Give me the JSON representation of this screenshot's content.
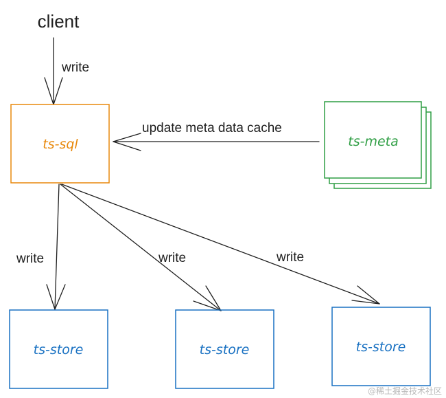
{
  "client_label": "client",
  "nodes": {
    "ts_sql": {
      "label": "ts-sql",
      "color": "#e8890c"
    },
    "ts_meta": {
      "label": "ts-meta",
      "color": "#2f9e44"
    },
    "ts_store_1": {
      "label": "ts-store",
      "color": "#1971c2"
    },
    "ts_store_2": {
      "label": "ts-store",
      "color": "#1971c2"
    },
    "ts_store_3": {
      "label": "ts-store",
      "color": "#1971c2"
    }
  },
  "edges": {
    "client_to_sql": {
      "label": "write"
    },
    "meta_to_sql": {
      "label": "update meta data cache"
    },
    "sql_to_store_1": {
      "label": "write"
    },
    "sql_to_store_2": {
      "label": "write"
    },
    "sql_to_store_3": {
      "label": "write"
    }
  },
  "watermark": "@稀土掘金技术社区",
  "colors": {
    "line": "#1e1e1e",
    "text": "#1e1e1e"
  }
}
